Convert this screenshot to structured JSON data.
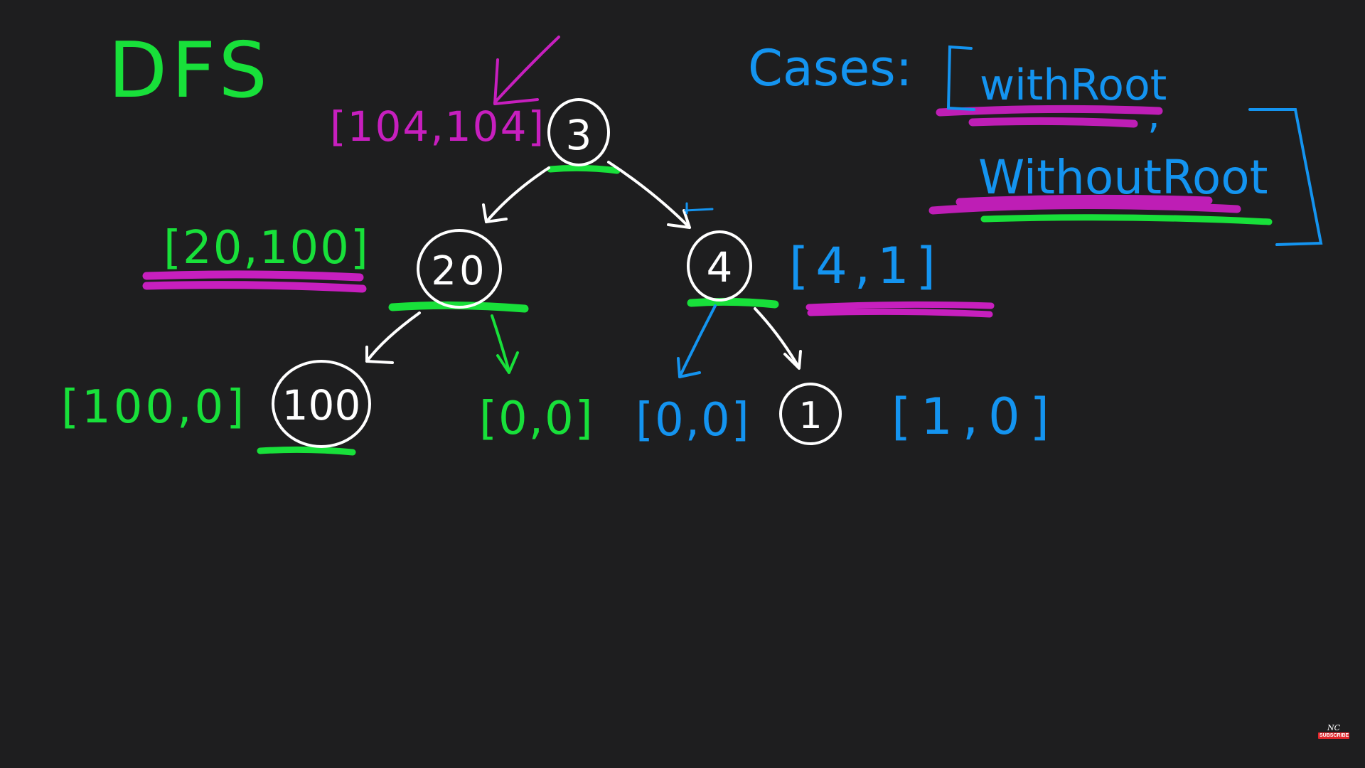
{
  "title": "DFS",
  "cases": {
    "label": "Cases:",
    "items": [
      "withRoot",
      "WithoutRoot"
    ]
  },
  "tree": {
    "nodes": [
      {
        "id": "root",
        "value": "3",
        "pair": "[104,104]"
      },
      {
        "id": "left",
        "value": "20",
        "pair": "[20,100]"
      },
      {
        "id": "right",
        "value": "4",
        "pair": "[4,1]"
      },
      {
        "id": "left-left",
        "value": "100",
        "pair": "[100,0]"
      },
      {
        "id": "right-right",
        "value": "1",
        "pair": "[1,0]"
      }
    ],
    "null_pairs": [
      "[0,0]",
      "[0,0]"
    ]
  },
  "colors": {
    "background": "#1e1e1f",
    "white": "#ffffff",
    "green": "#18e03a",
    "blue": "#1494f0",
    "magenta": "#c71fbe"
  },
  "badge": {
    "mark": "NC",
    "label": "SUBSCRIBE"
  }
}
